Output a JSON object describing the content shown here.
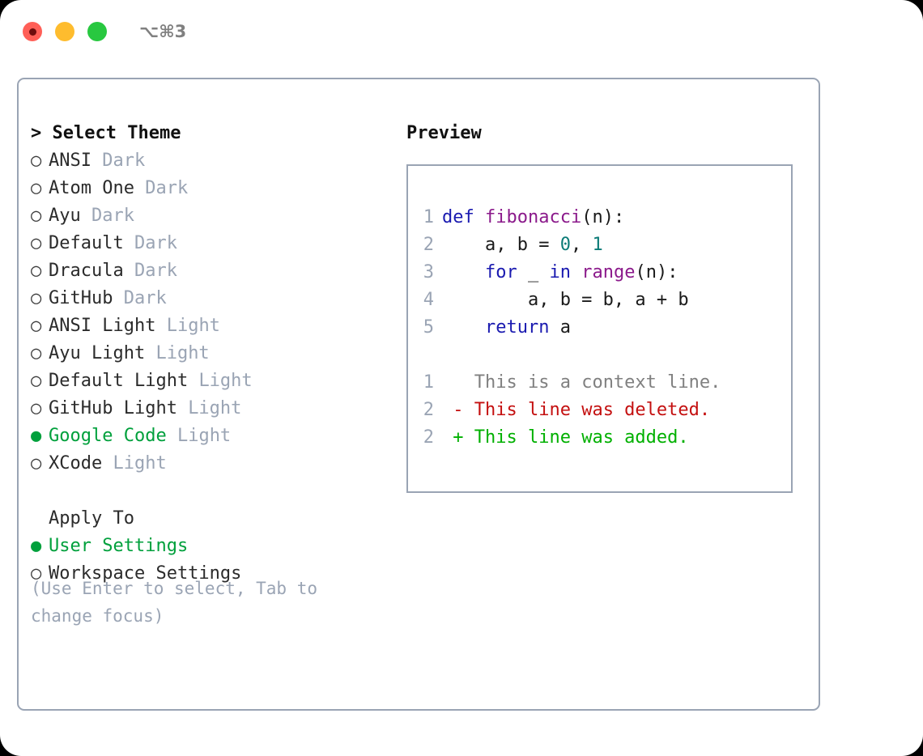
{
  "titlebar": {
    "traffic_lights": [
      {
        "name": "close",
        "color": "#ff5f57"
      },
      {
        "name": "minimize",
        "color": "#febc2e"
      },
      {
        "name": "zoom",
        "color": "#28c840"
      }
    ],
    "shortcut": "⌥⌘3"
  },
  "left": {
    "prompt": "> ",
    "title": "Select Theme",
    "bullet_on": "●",
    "bullet_off": "○",
    "themes": [
      {
        "name": "ANSI",
        "kind": "Dark",
        "selected": false
      },
      {
        "name": "Atom One",
        "kind": "Dark",
        "selected": false
      },
      {
        "name": "Ayu",
        "kind": "Dark",
        "selected": false
      },
      {
        "name": "Default",
        "kind": "Dark",
        "selected": false
      },
      {
        "name": "Dracula",
        "kind": "Dark",
        "selected": false
      },
      {
        "name": "GitHub",
        "kind": "Dark",
        "selected": false
      },
      {
        "name": "ANSI Light",
        "kind": "Light",
        "selected": false
      },
      {
        "name": "Ayu Light",
        "kind": "Light",
        "selected": false
      },
      {
        "name": "Default Light",
        "kind": "Light",
        "selected": false
      },
      {
        "name": "GitHub Light",
        "kind": "Light",
        "selected": false
      },
      {
        "name": "Google Code",
        "kind": "Light",
        "selected": true
      },
      {
        "name": "XCode",
        "kind": "Light",
        "selected": false
      }
    ],
    "apply_to_label": "Apply To",
    "apply_to": [
      {
        "name": "User Settings",
        "selected": true
      },
      {
        "name": "Workspace Settings",
        "selected": false
      }
    ],
    "hint": "(Use Enter to select, Tab to change focus)"
  },
  "right": {
    "preview_title": "Preview",
    "code_lines": [
      {
        "no": "1",
        "tokens": [
          {
            "t": "def",
            "c": "kw"
          },
          {
            "t": " ",
            "c": "pl"
          },
          {
            "t": "fibonacci",
            "c": "fn"
          },
          {
            "t": "(n):",
            "c": "pl"
          }
        ]
      },
      {
        "no": "2",
        "tokens": [
          {
            "t": "    a, b = ",
            "c": "pl"
          },
          {
            "t": "0",
            "c": "num"
          },
          {
            "t": ", ",
            "c": "pl"
          },
          {
            "t": "1",
            "c": "num"
          }
        ]
      },
      {
        "no": "3",
        "tokens": [
          {
            "t": "    ",
            "c": "pl"
          },
          {
            "t": "for",
            "c": "kw"
          },
          {
            "t": " _ ",
            "c": "pl"
          },
          {
            "t": "in",
            "c": "kw"
          },
          {
            "t": " ",
            "c": "pl"
          },
          {
            "t": "range",
            "c": "fn"
          },
          {
            "t": "(n):",
            "c": "pl"
          }
        ]
      },
      {
        "no": "4",
        "tokens": [
          {
            "t": "        a, b = b, a + b",
            "c": "pl"
          }
        ]
      },
      {
        "no": "5",
        "tokens": [
          {
            "t": "    ",
            "c": "pl"
          },
          {
            "t": "return",
            "c": "kw"
          },
          {
            "t": " a",
            "c": "pl"
          }
        ]
      }
    ],
    "diff_lines": [
      {
        "no": "1",
        "marker": "  ",
        "text": "This is a context line.",
        "c": "ctx"
      },
      {
        "no": "2",
        "marker": "- ",
        "text": "This line was deleted.",
        "c": "del"
      },
      {
        "no": "2",
        "marker": "+ ",
        "text": "This line was added.",
        "c": "add"
      }
    ]
  },
  "colors": {
    "accent_green": "#00a03c",
    "muted": "#9aa4b4",
    "border": "#9aa4b4",
    "keyword": "#1a1ab0",
    "function": "#8b1a8b",
    "number": "#0b7b77",
    "diff_add": "#00b000",
    "diff_del": "#c41010",
    "background": "#ffffff"
  }
}
